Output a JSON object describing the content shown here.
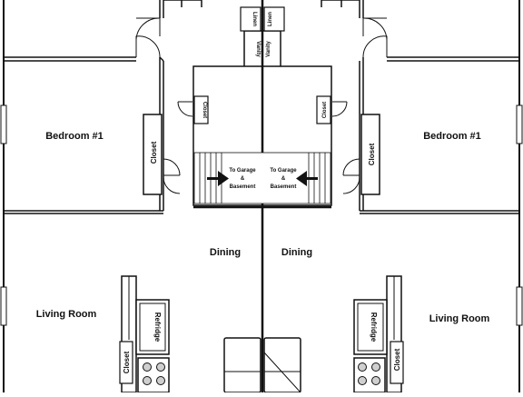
{
  "rooms": {
    "bedroom_left": "Bedroom #1",
    "bedroom_right": "Bedroom #1",
    "dining_left": "Dining",
    "dining_right": "Dining",
    "living_left": "Living Room",
    "living_right": "Living Room"
  },
  "fixtures": {
    "linen_left": "Linen",
    "linen_right": "Linen",
    "vanity_left": "Vanity",
    "vanity_right": "Vanity",
    "closet": "Closet",
    "refridge": "Refridge"
  },
  "stairs": {
    "line1": "To Garage",
    "line2": "&",
    "line3": "Basement"
  },
  "colors": {
    "line": "#111111",
    "fill": "#ffffff",
    "shade": "#cfcfcf"
  }
}
